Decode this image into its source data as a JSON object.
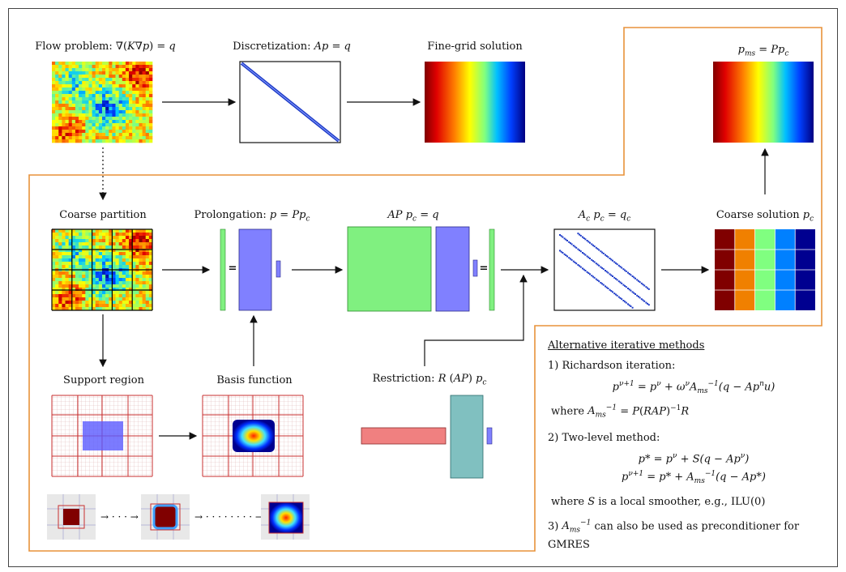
{
  "labels": {
    "flow": "Flow problem: ∇(K∇p) = q",
    "discretization": "Discretization: Ap = q",
    "fine": "Fine-grid solution",
    "pms": "p_ms = Pp_c",
    "coarse_partition": "Coarse partition",
    "prolongation": "Prolongation: p = Pp_c",
    "appc": "AP p_c = q",
    "acpc": "A_c p_c = q_c",
    "coarse_solution": "Coarse solution p_c",
    "support": "Support region",
    "basis": "Basis function",
    "restriction": "Restriction: R (AP) p_c",
    "equals": "="
  },
  "panel": {
    "title": "Alternative iterative methods",
    "item1": "1) Richardson iteration:",
    "eq1": "p^{ν+1} = p^ν + ω^ν A_ms^{-1}(q − Ap^n u)",
    "where1": "where A_ms^{-1} = P(RAP)^{-1}R",
    "item2": "2) Two-level method:",
    "eq2a": "p* = p^ν + S(q − Ap^ν)",
    "eq2b": "p^{ν+1} = p* + A_ms^{-1}(q − Ap*)",
    "where2": "where S is a local smoother, e.g., ILU(0)",
    "item3": "3) A_ms^{-1} can also be used as preconditioner for GMRES"
  },
  "colors": {
    "orange": "#e8923a",
    "green": "#80f080",
    "blue": "#8080ff",
    "red": "#f08080",
    "teal": "#80c0c0",
    "diag": "#1f3cc8"
  }
}
